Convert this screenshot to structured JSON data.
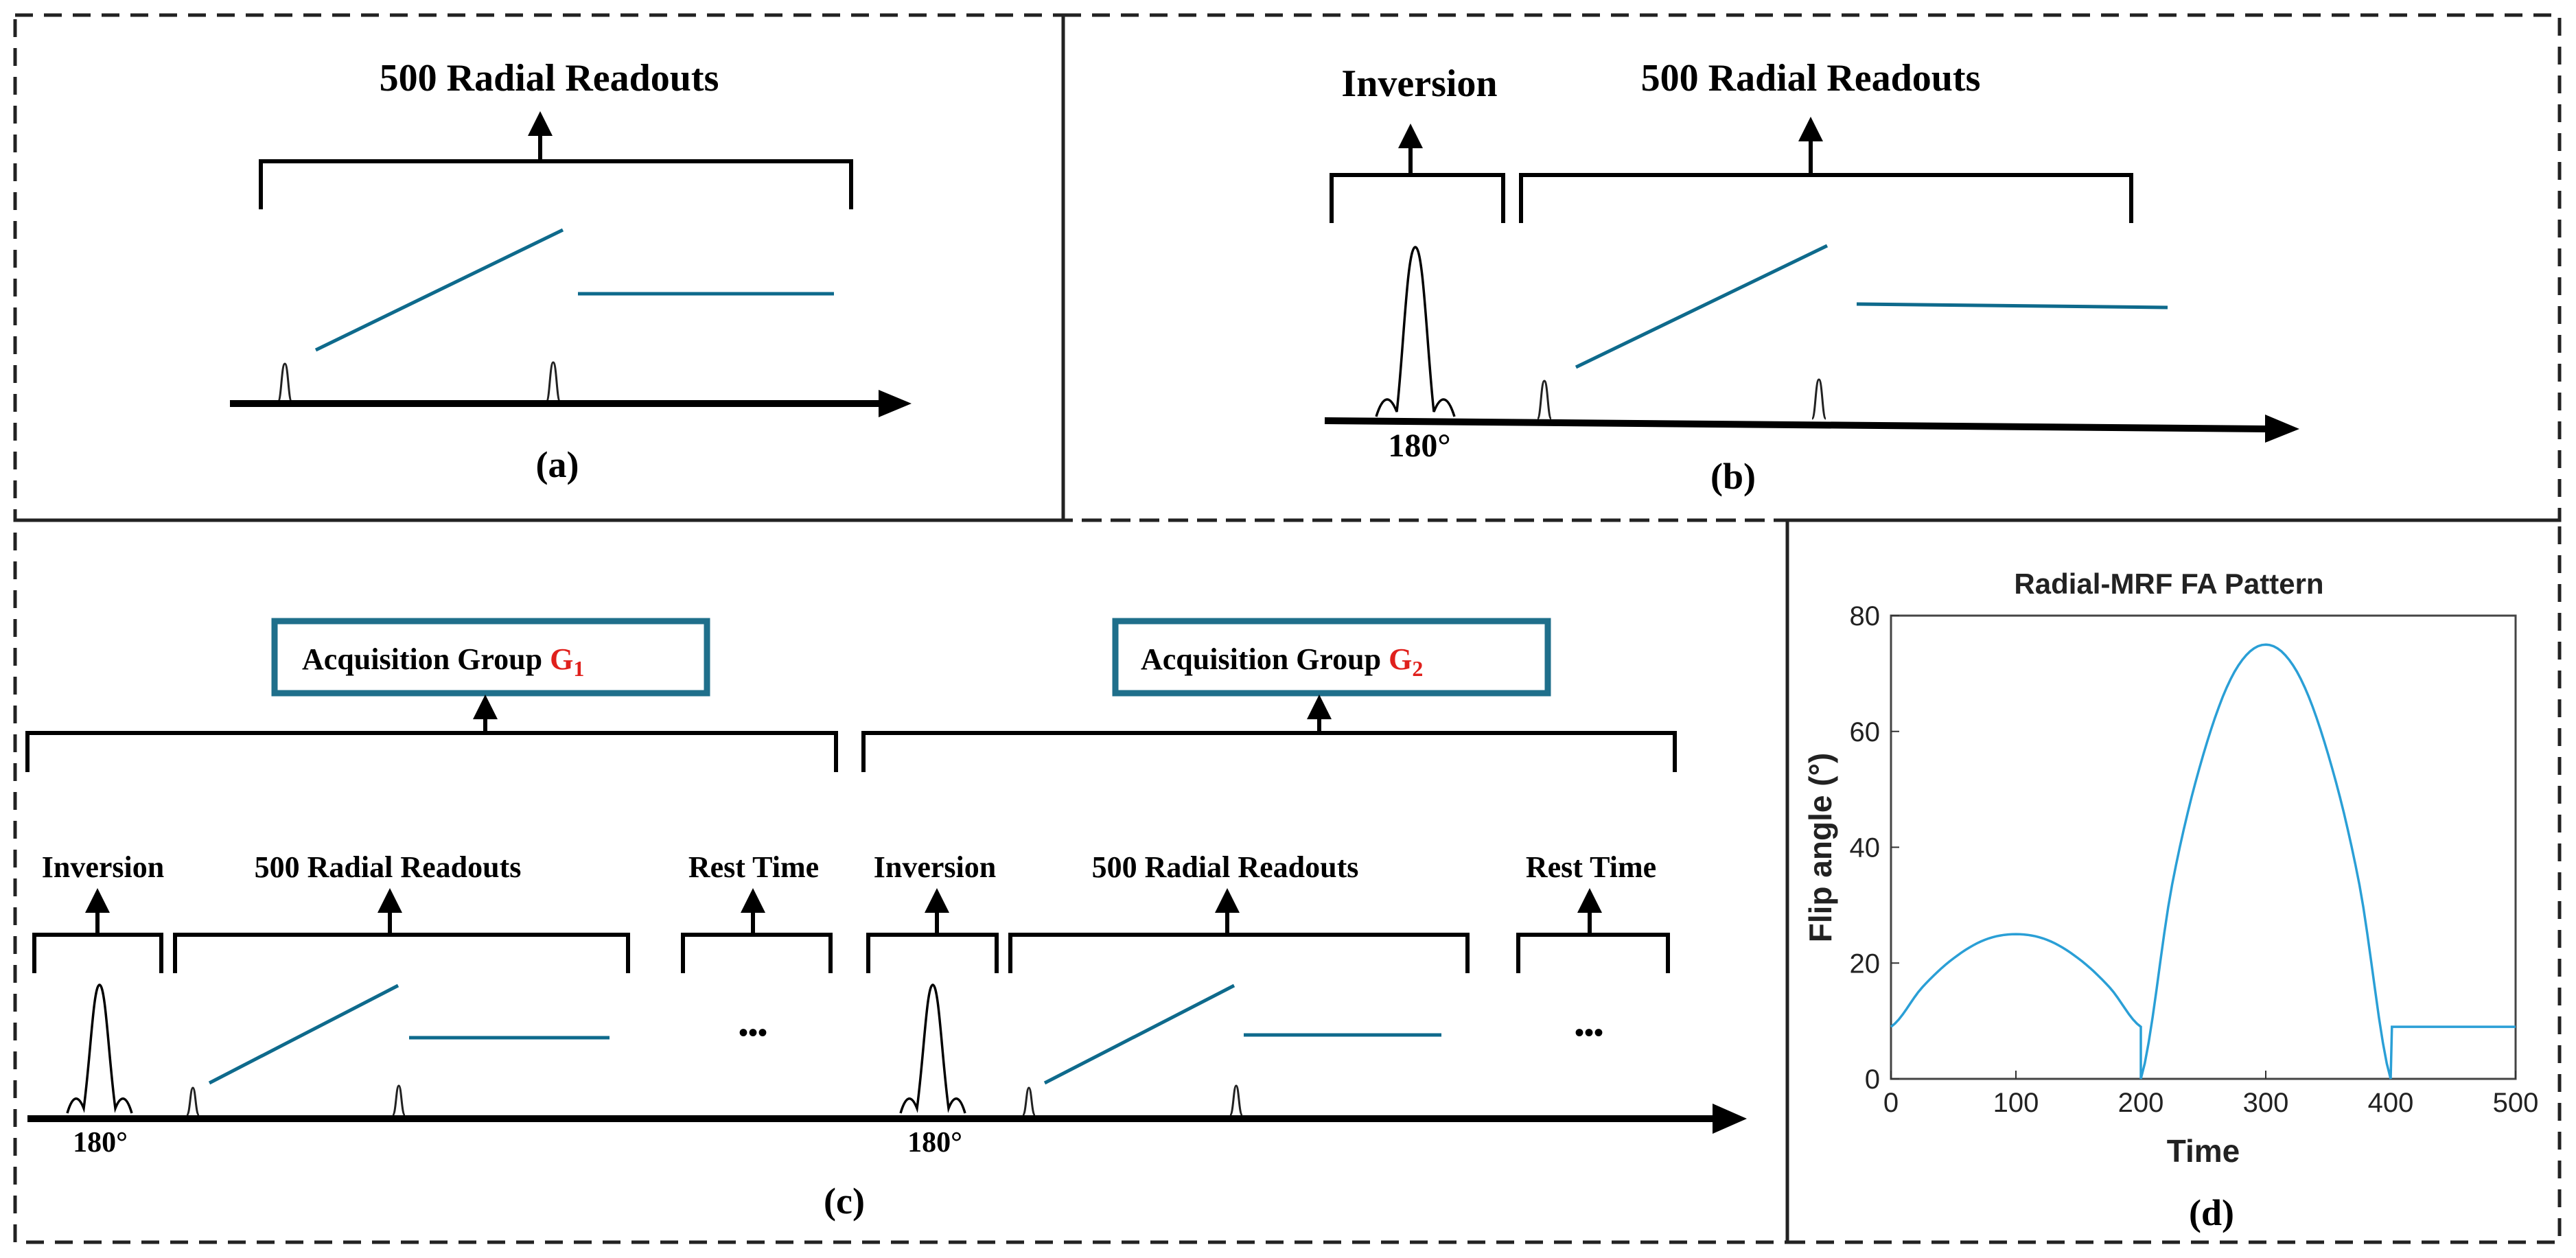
{
  "panels": {
    "a": {
      "label": "(a)",
      "title": "500 Radial Readouts"
    },
    "b": {
      "label": "(b)",
      "inversion": "Inversion",
      "title": "500 Radial Readouts",
      "angle": "180°"
    },
    "c": {
      "label": "(c)",
      "group1_prefix": "Acquisition Group ",
      "group1_letter": "G",
      "group1_sub": "1",
      "group2_prefix": "Acquisition Group ",
      "group2_letter": "G",
      "group2_sub": "2",
      "inversion": "Inversion",
      "readouts": "500 Radial Readouts",
      "rest": "Rest Time",
      "angle": "180°",
      "ellipsis": "•••"
    },
    "d": {
      "label": "(d)"
    }
  },
  "colors": {
    "teal": "#0e6a8c",
    "group_box": "#1f6f8b",
    "group_letter": "#e0201c",
    "curve": "#2a9fd6"
  },
  "chart_data": {
    "type": "line",
    "title": "Radial-MRF FA Pattern",
    "xlabel": "Time",
    "ylabel": "Flip angle (°)",
    "xlim": [
      0,
      500
    ],
    "ylim": [
      0,
      80
    ],
    "xticks": [
      0,
      100,
      200,
      300,
      400,
      500
    ],
    "yticks": [
      0,
      20,
      40,
      60,
      80
    ],
    "grid": false,
    "series": [
      {
        "segments": [
          {
            "x": [
              0,
              25,
              50,
              75,
              100,
              125,
              150,
              175,
              200
            ],
            "y": [
              9,
              15.8,
              20.8,
              24,
              25,
              24,
              20.8,
              15.8,
              9
            ]
          },
          {
            "x": [
              200,
              225,
              250,
              275,
              300,
              325,
              350,
              375,
              400
            ],
            "y": [
              0,
              33.5,
              56,
              70.3,
              75,
              70.3,
              56,
              33.5,
              0
            ]
          },
          {
            "x": [
              400,
              401,
              500
            ],
            "y": [
              0,
              9,
              9
            ]
          }
        ]
      }
    ]
  }
}
